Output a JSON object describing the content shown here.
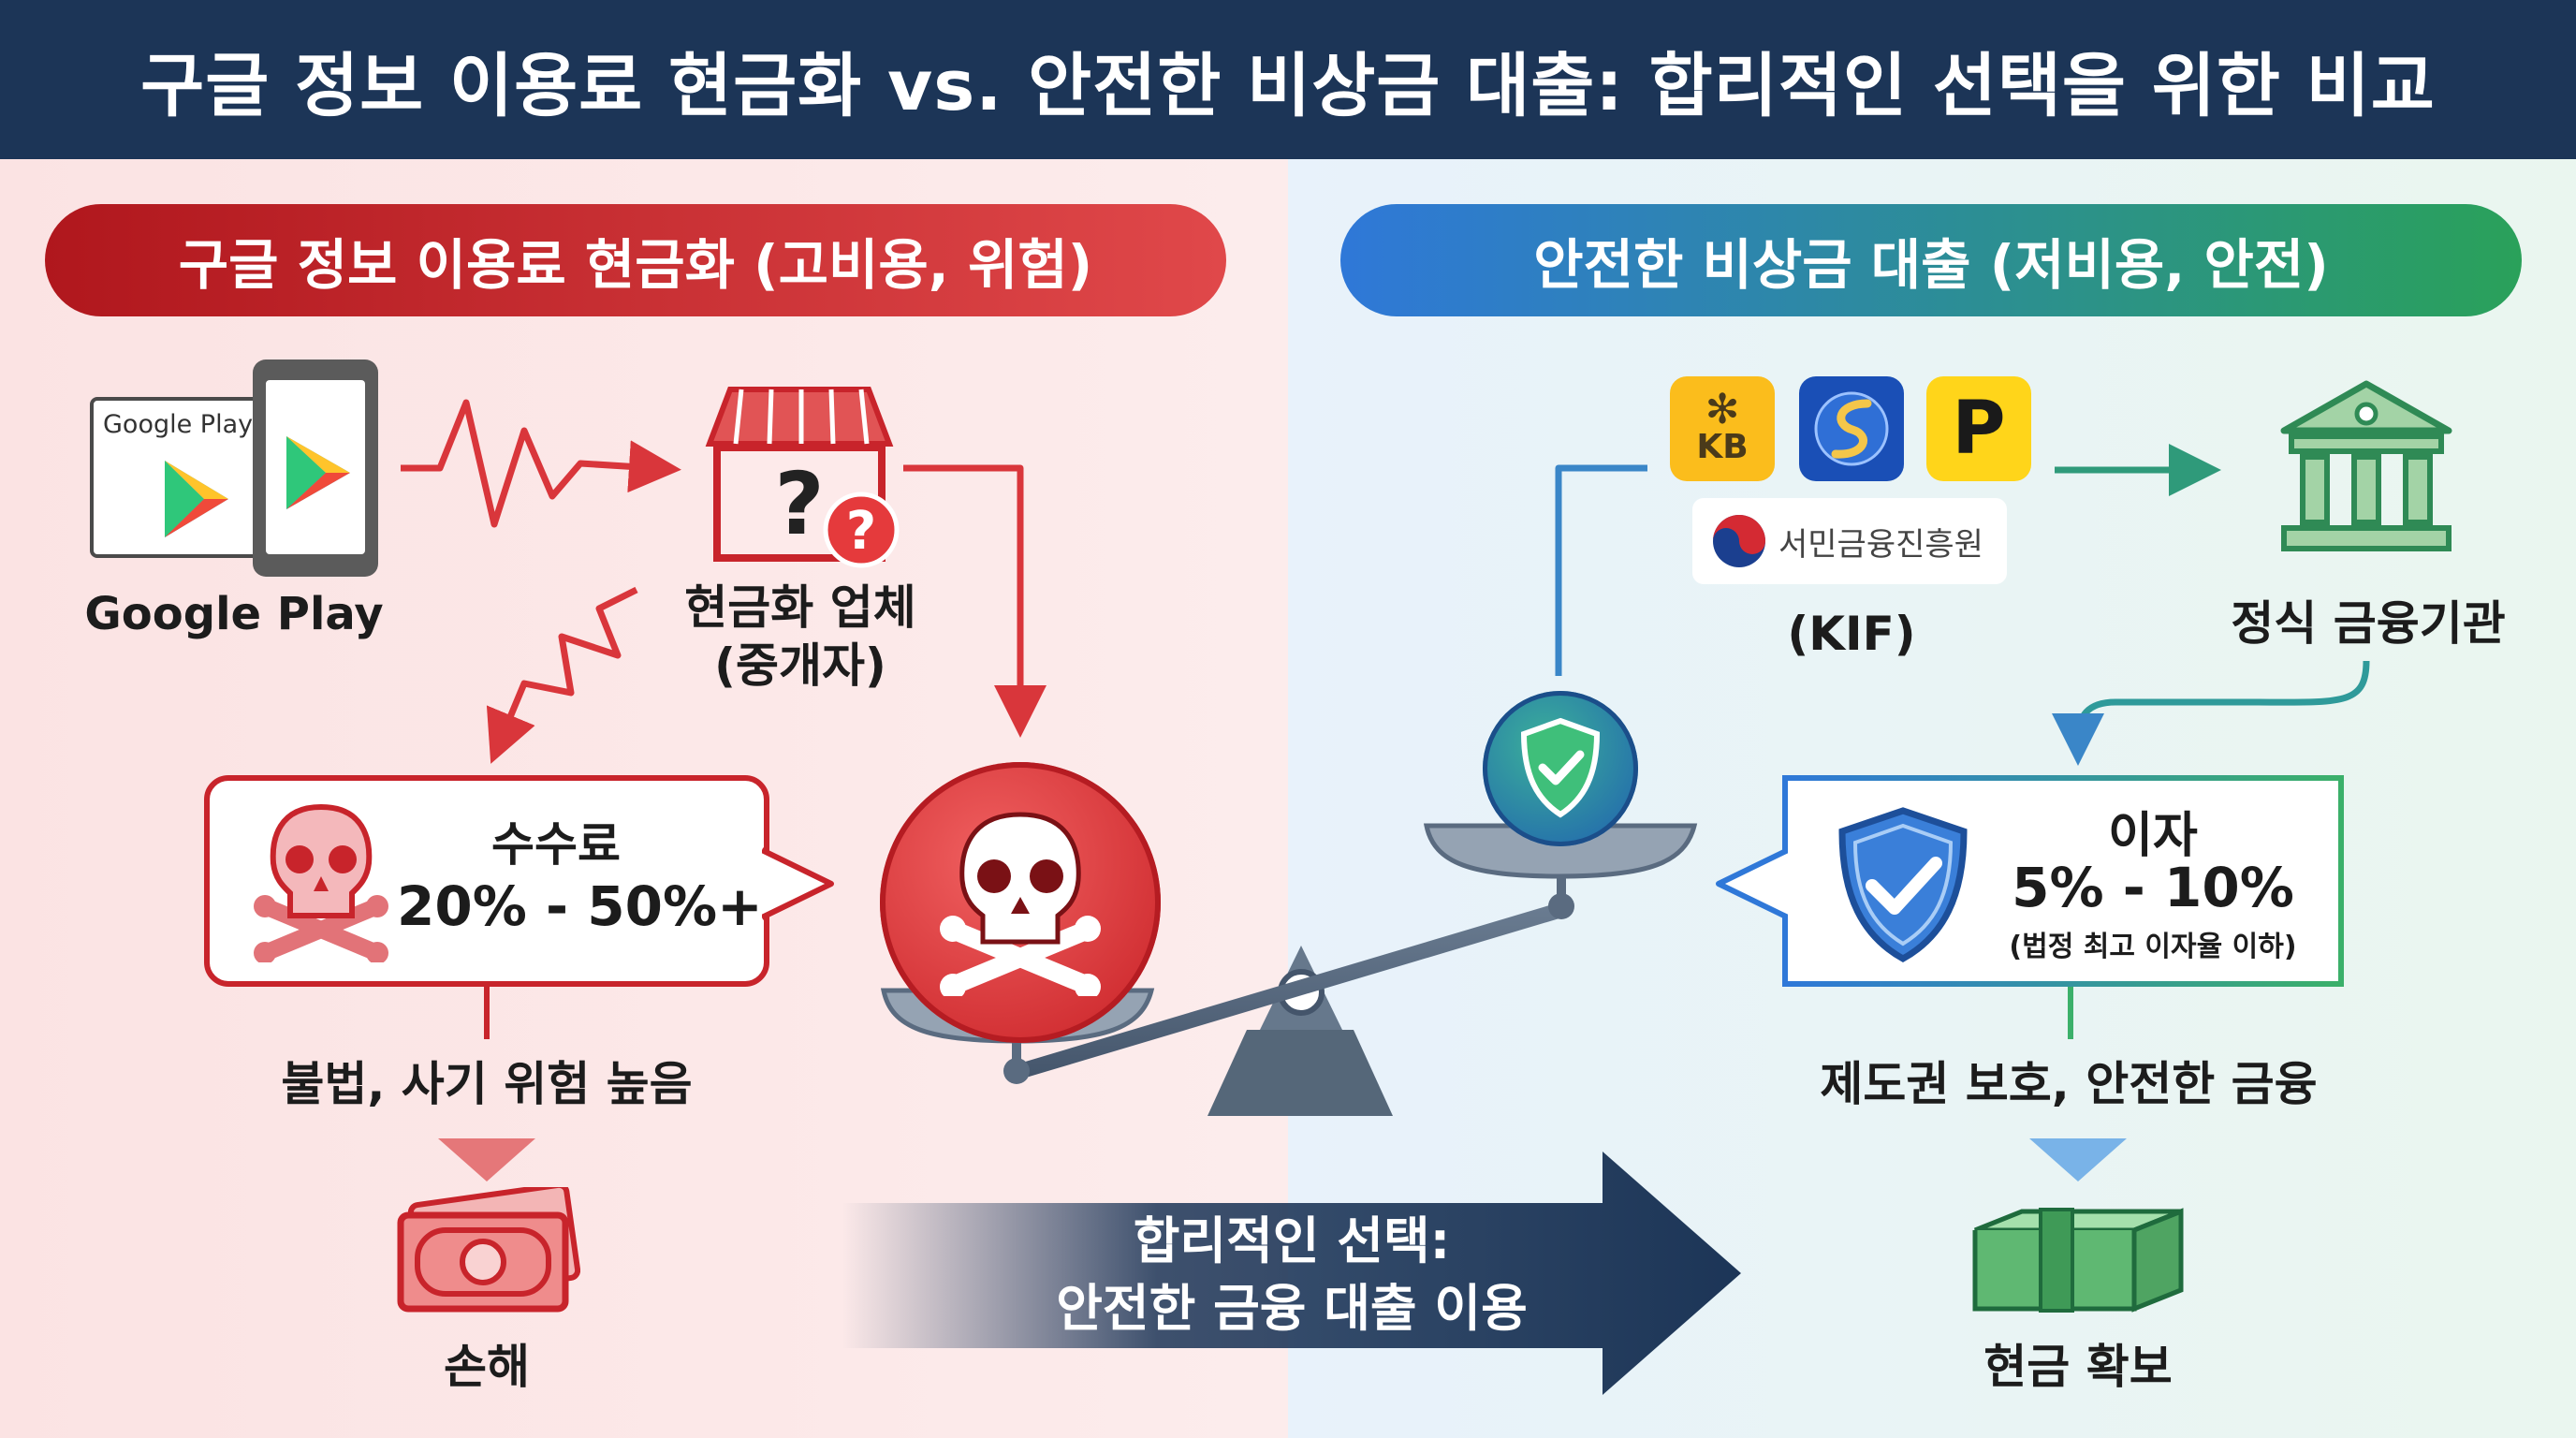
{
  "title": "구글 정보 이용료 현금화 vs. 안전한 비상금 대출: 합리적인 선택을 위한 비교",
  "left": {
    "heading": "구글 정보 이용료 현금화 (고비용, 위험)",
    "google_play_card_text": "Google Play",
    "google_play_label": "Google Play",
    "broker_label_line1": "현금화 업체",
    "broker_label_line2": "(중개자)",
    "fee_title": "수수료",
    "fee_value": "20% - 50%+",
    "risk_text": "불법, 사기 위험 높음",
    "loss_text": "손해"
  },
  "right": {
    "heading": "안전한 비상금 대출 (저비용, 안전)",
    "kb_text": "KB",
    "p_logo_text": "P",
    "kif_logo_text": "서민금융진흥원",
    "kif_label": "(KIF)",
    "institution_label": "정식 금융기관",
    "interest_title": "이자",
    "interest_value": "5% - 10%",
    "interest_note": "(법정 최고 이자율 이하)",
    "protection_text": "제도권 보호, 안전한 금융",
    "cash_text": "현금 확보"
  },
  "banner": {
    "line1": "합리적인 선택:",
    "line2": "안전한 금융 대출 이용"
  },
  "colors": {
    "header": "#1c3557",
    "danger": "#c8242b",
    "safe_blue": "#2f78d8",
    "safe_green": "#2aa15a",
    "beam": "#5a6b80"
  },
  "icons": [
    "google-play-icon",
    "store-question-icon",
    "skull-icon",
    "cash-icon",
    "kb-logo-icon",
    "shinhan-logo-icon",
    "p-logo-icon",
    "kif-logo-icon",
    "bank-building-icon",
    "shield-check-icon",
    "money-stack-icon",
    "balance-scale-icon"
  ]
}
